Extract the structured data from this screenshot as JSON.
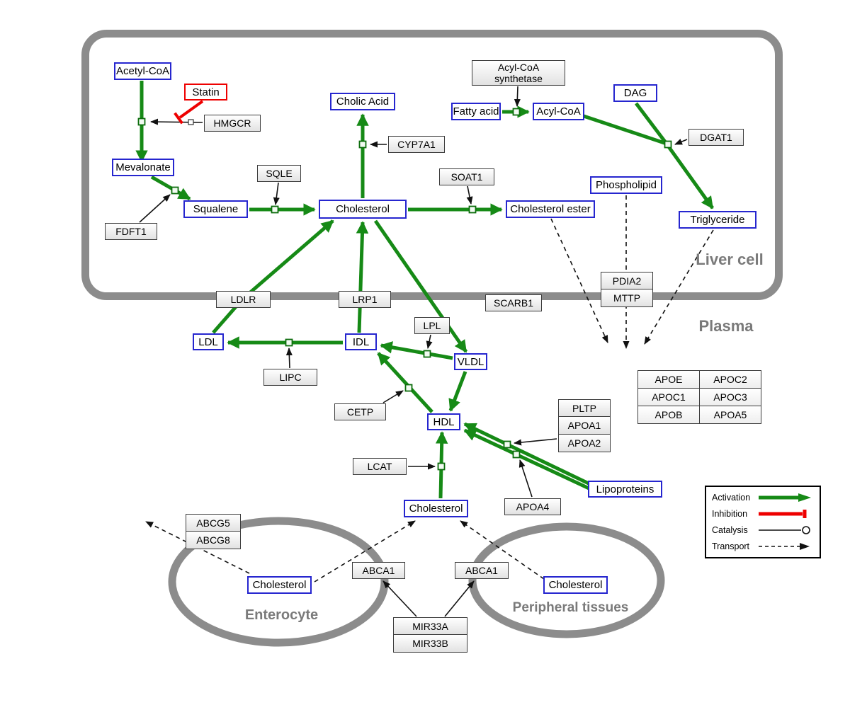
{
  "colors": {
    "activation": "#168a16",
    "inhibition": "#ee0000",
    "metabolite_border": "#2626cf",
    "membrane": "#8c8c8c",
    "compartment_label": "#7a7a7a"
  },
  "compartments": {
    "liver": "Liver cell",
    "plasma": "Plasma",
    "enterocyte": "Enterocyte",
    "peripheral": "Peripheral tissues"
  },
  "metabolites": {
    "acetyl_coa": "Acetyl-CoA",
    "mevalonate": "Mevalonate",
    "squalene": "Squalene",
    "cholic_acid": "Cholic Acid",
    "cholesterol_liver": "Cholesterol",
    "fatty_acid": "Fatty acid",
    "acyl_coa": "Acyl-CoA",
    "dag": "DAG",
    "phospholipid": "Phospholipid",
    "cholesterol_ester": "Cholesterol ester",
    "triglyceride": "Triglyceride",
    "ldl": "LDL",
    "idl": "IDL",
    "vldl": "VLDL",
    "hdl": "HDL",
    "cholesterol_plasma": "Cholesterol",
    "lipoproteins": "Lipoproteins",
    "cholesterol_enterocyte": "Cholesterol",
    "cholesterol_peripheral": "Cholesterol"
  },
  "drugs": {
    "statin": "Statin"
  },
  "genes": {
    "hmgcr": "HMGCR",
    "sqle": "SQLE",
    "fdft1": "FDFT1",
    "cyp7a1": "CYP7A1",
    "soat1": "SOAT1",
    "acs_line1": "Acyl-CoA",
    "acs_line2": "synthetase",
    "dgat1": "DGAT1",
    "pdia2": "PDIA2",
    "mttp": "MTTP",
    "ldlr": "LDLR",
    "lrp1": "LRP1",
    "scarb1": "SCARB1",
    "lpl": "LPL",
    "lipc": "LIPC",
    "cetp": "CETP",
    "lcat": "LCAT",
    "pltp": "PLTP",
    "apoa1": "APOA1",
    "apoa2": "APOA2",
    "apoa4": "APOA4",
    "abcg5": "ABCG5",
    "abcg8": "ABCG8",
    "abca1_enterocyte": "ABCA1",
    "abca1_peripheral": "ABCA1",
    "mir33a": "MIR33A",
    "mir33b": "MIR33B"
  },
  "apo_table": {
    "rows": [
      [
        "APOE",
        "APOC2"
      ],
      [
        "APOC1",
        "APOC3"
      ],
      [
        "APOB",
        "APOA5"
      ]
    ]
  },
  "legend": {
    "activation": "Activation",
    "inhibition": "Inhibition",
    "catalysis": "Catalysis",
    "transport": "Transport"
  }
}
